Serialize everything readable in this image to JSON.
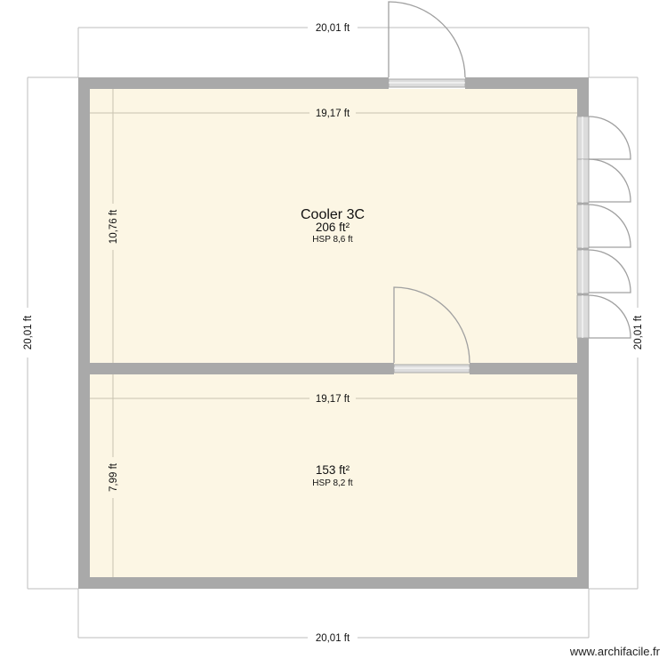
{
  "plan": {
    "colors": {
      "wall": "#a9a9a9",
      "floor": "#fcf6e4",
      "dimension_line": "#b9b9b9",
      "door_line": "#a0a0a0",
      "door_sill": "#dcdcdc",
      "text": "#111111"
    },
    "outer_dimensions": {
      "top": "20,01 ft",
      "bottom": "20,01 ft",
      "left": "20,01 ft",
      "right": "20,01 ft"
    },
    "rooms": [
      {
        "name": "Cooler 3C",
        "area": "206 ft²",
        "hsp": "HSP 8,6 ft",
        "width_dim": "19,17 ft",
        "height_dim": "10,76 ft"
      },
      {
        "name": "",
        "area": "153 ft²",
        "hsp": "HSP 8,2 ft",
        "width_dim": "19,17 ft",
        "height_dim": "7,99 ft"
      }
    ],
    "doors": [
      {
        "id": "top-wall-door",
        "location": "top wall"
      },
      {
        "id": "middle-wall-door",
        "location": "partition wall"
      },
      {
        "id": "right-door-1",
        "location": "right wall"
      },
      {
        "id": "right-door-2",
        "location": "right wall"
      },
      {
        "id": "right-door-3",
        "location": "right wall"
      },
      {
        "id": "right-door-4",
        "location": "right wall"
      },
      {
        "id": "right-door-5",
        "location": "right wall"
      }
    ]
  },
  "watermark": "www.archifacile.fr"
}
